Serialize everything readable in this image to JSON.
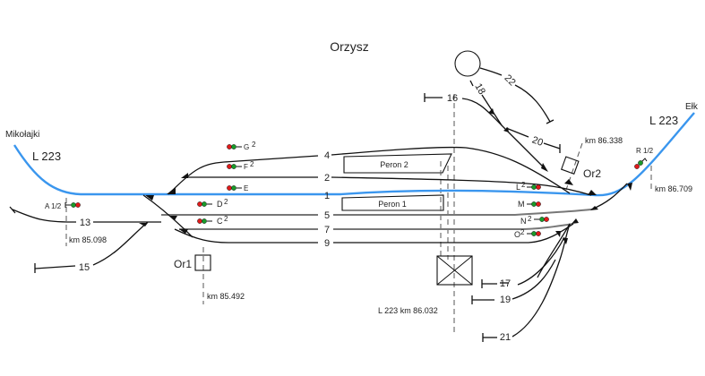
{
  "title": "Orzysz",
  "directions": {
    "west": "Mikołajki",
    "east": "Ełk"
  },
  "line_labels": {
    "west": "L 223",
    "east": "L 223"
  },
  "tracks": [
    "4",
    "2",
    "1",
    "5",
    "7",
    "9",
    "13",
    "15",
    "16",
    "17",
    "18",
    "19",
    "20",
    "21",
    "22"
  ],
  "platforms": [
    "Peron 2",
    "Peron 1"
  ],
  "signals": {
    "A": "A 1/2",
    "G": "G",
    "G_sup": "2",
    "F": "F",
    "F_sup": "2",
    "E": "E",
    "D": "D",
    "D_sup": "2",
    "C": "C",
    "C_sup": "2",
    "L": "L",
    "L_sup": "2",
    "M": "M",
    "N": "N",
    "N_sup": "2",
    "O": "O",
    "O_sup": "2",
    "R": "R 1/2"
  },
  "posts": {
    "or1": "Or1",
    "or2": "Or2"
  },
  "km_marks": {
    "a": "km  85.098",
    "or1": "km  85.492",
    "station": "L 223  km  86.032",
    "or2": "km  86.338",
    "r": "km  86.709"
  },
  "colors": {
    "main_line": "#3a96ee",
    "signal_red": "#e01b1b",
    "signal_green": "#1a9a2a"
  }
}
